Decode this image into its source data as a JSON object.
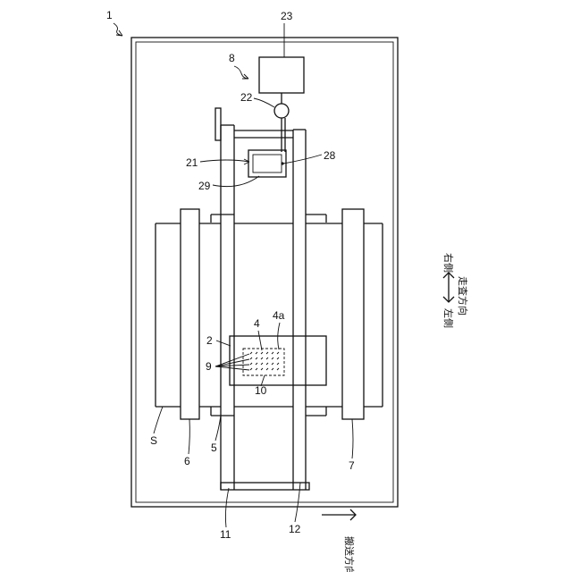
{
  "labels": {
    "frame": "1",
    "printer": "8",
    "tank": "23",
    "valve": "22",
    "unit": "21",
    "sensor": "28",
    "mark": "29",
    "carriage": "2",
    "head": "4",
    "nozzle_row": "4a",
    "nozzles": "9",
    "region": "10",
    "sheet": "S",
    "roller_left": "6",
    "guide": "5",
    "roller_right": "7",
    "rail_left": "11",
    "rail_right": "12"
  },
  "legend": {
    "left_side": "左側",
    "right_side": "右側",
    "scan_direction": "走査方向",
    "transport_direction": "搬送方向"
  }
}
